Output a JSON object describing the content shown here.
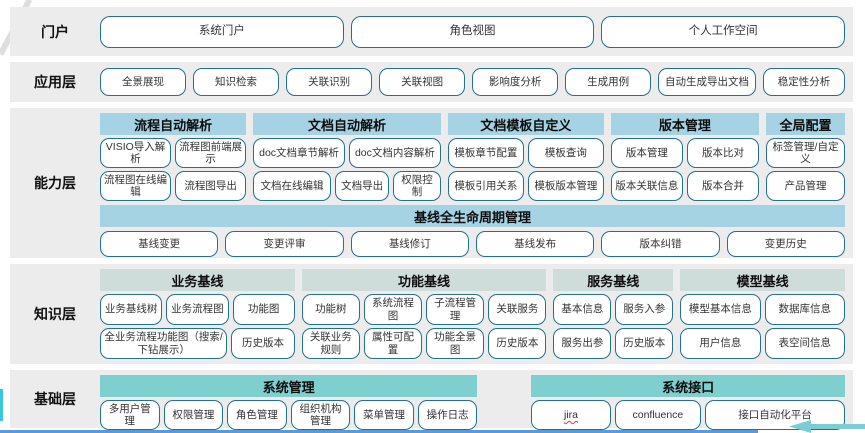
{
  "colors": {
    "capability_header": "#a6d3e4",
    "knowledge_header": "#cedcda",
    "foundation_header": "#7fcfcf",
    "button_border": "#23708f",
    "band_bg": "#ececec",
    "bottom_line": "#5b9bd5",
    "left_accent": "#3bc8d8",
    "arrow": "#7ccdd3",
    "squiggle": "#e03c31"
  },
  "layers": {
    "portal": {
      "label": "门户",
      "buttons": [
        "系统门户",
        "角色视图",
        "个人工作空间"
      ]
    },
    "application": {
      "label": "应用层",
      "buttons": [
        "全景展现",
        "知识检索",
        "关联识别",
        "关联视图",
        "影响度分析",
        "生成用例",
        {
          "label": "自动生成导出文档",
          "flex": 1.15
        },
        {
          "label": "稳定性分析",
          "flex": 0.95
        }
      ]
    },
    "capability": {
      "label": "能力层",
      "groups": [
        {
          "title": "流程自动解析",
          "flex": 148,
          "rows": [
            [
              "VISIO导入解析",
              "流程图前端展示"
            ],
            [
              "流程图在线编辑",
              "流程图导出"
            ]
          ]
        },
        {
          "title": "文档自动解析",
          "flex": 190,
          "rows": [
            [
              "doc文档章节解析",
              "doc文档内容解析"
            ],
            [
              {
                "label": "文档在线编辑",
                "flex": 1.5
              },
              "文档导出",
              {
                "label": "权限控制",
                "flex": 0.85
              }
            ]
          ]
        },
        {
          "title": "文档模板自定义",
          "flex": 158,
          "rows": [
            [
              "模板章节配置",
              "模板查询"
            ],
            [
              "模板引用关系",
              "模板版本管理"
            ]
          ]
        },
        {
          "title": "版本管理",
          "flex": 150,
          "rows": [
            [
              "版本管理",
              "版本比对"
            ],
            [
              "版本关联信息",
              "版本合并"
            ]
          ]
        },
        {
          "title": "全局配置",
          "flex": 80,
          "rows": [
            [
              "标签管理/自定义"
            ],
            [
              "产品管理"
            ]
          ]
        }
      ],
      "baseline": {
        "title": "基线全生命周期管理",
        "buttons": [
          "基线变更",
          "变更评审",
          "基线修订",
          "基线发布",
          "版本纠错",
          "变更历史"
        ]
      }
    },
    "knowledge": {
      "label": "知识层",
      "groups": [
        {
          "title": "业务基线",
          "flex": 195,
          "rows": [
            [
              "业务基线树",
              "业务流程图",
              "功能图"
            ],
            [
              {
                "label": "全业务流程功能图（搜索/下钻展示）",
                "flex": 2.15
              },
              "历史版本"
            ]
          ]
        },
        {
          "title": "功能基线",
          "flex": 245,
          "rows": [
            [
              "功能树",
              "系统流程图",
              "子流程管理",
              "关联服务"
            ],
            [
              "关联业务规则",
              "属性可配置",
              "功能全景图",
              "历史版本"
            ]
          ]
        },
        {
          "title": "服务基线",
          "flex": 120,
          "rows": [
            [
              "基本信息",
              "服务入参"
            ],
            [
              "服务出参",
              "历史版本"
            ]
          ]
        },
        {
          "title": "模型基线",
          "flex": 165,
          "rows": [
            [
              "模型基本信息",
              "数据库信息"
            ],
            [
              "用户信息",
              "表空间信息"
            ]
          ]
        }
      ]
    },
    "foundation": {
      "label": "基础层",
      "groups": [
        {
          "title": "系统管理",
          "flex": 373,
          "rows": [
            [
              "多用户管理",
              "权限管理",
              "角色管理",
              "组织机构管理",
              "菜单管理",
              "操作日志"
            ]
          ]
        },
        {
          "title": "系统接口",
          "flex": 310,
          "rows": [
            [
              {
                "label": "jira",
                "squiggle": true
              },
              {
                "label": "confluence",
                "flex": 1.1
              },
              {
                "label": "接口自动化平台",
                "flex": 1.85
              }
            ]
          ]
        }
      ]
    }
  }
}
